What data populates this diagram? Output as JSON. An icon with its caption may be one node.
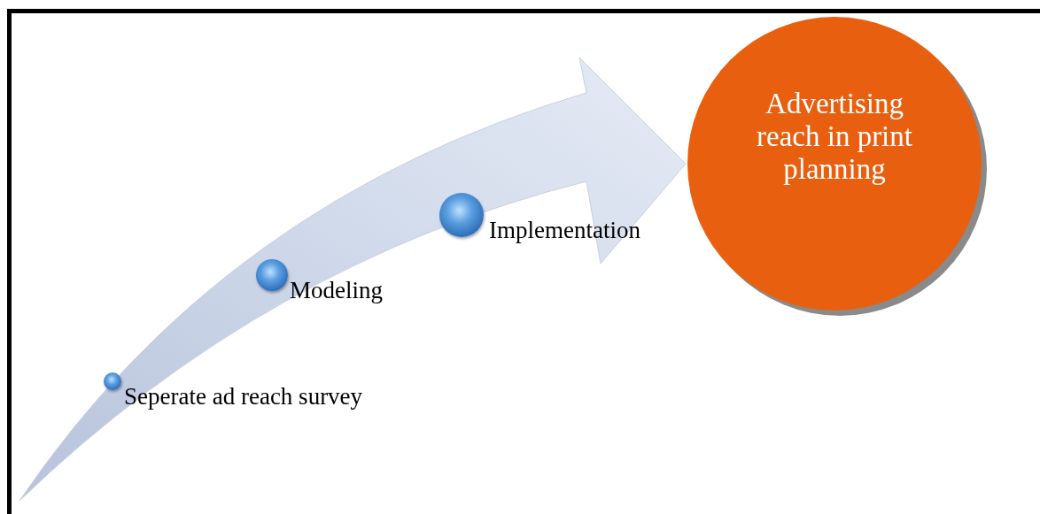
{
  "diagram": {
    "nodes": [
      {
        "text": [
          "Seperate ad reach survey"
        ]
      },
      {
        "text": [
          "Modeling"
        ]
      },
      {
        "text": [
          "Implementation"
        ]
      },
      {
        "text": [
          "Advertising reach in print planning"
        ]
      }
    ],
    "edges": [
      {
        "from": null,
        "to": 3,
        "arrow": "to"
      }
    ]
  }
}
